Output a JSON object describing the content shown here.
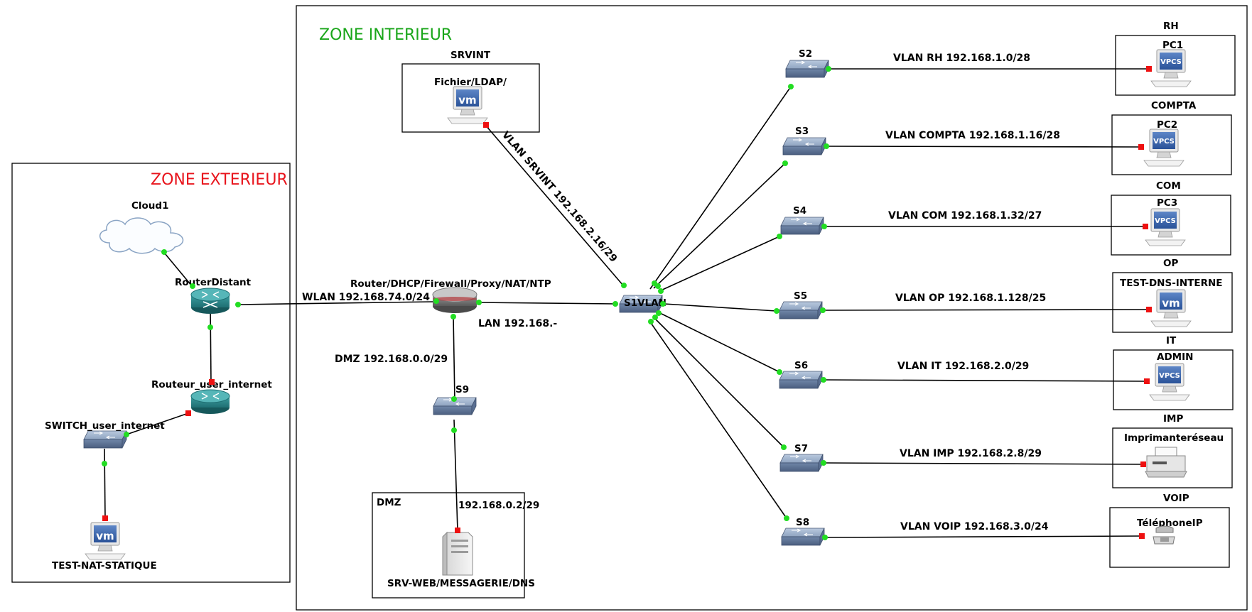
{
  "zones": {
    "exterior": {
      "title": "ZONE EXTERIEUR",
      "color": "#e8141c"
    },
    "interior": {
      "title": "ZONE INTERIEUR",
      "color": "#1aa61a"
    }
  },
  "nodes": {
    "cloud1": "Cloud1",
    "router_distant": "RouterDistant",
    "router_user_internet": "Routeur_user_internet",
    "switch_user_internet": "SWITCH_user_internet",
    "test_nat": "TEST-NAT-STATIQUE",
    "main_router": "Router/DHCP/Firewall/Proxy/NAT/NTP",
    "s1": "S1VLAN",
    "s2": "S2",
    "s3": "S3",
    "s4": "S4",
    "s5": "S5",
    "s6": "S6",
    "s7": "S7",
    "s8": "S8",
    "s9": "S9",
    "srvint_group": "SRVINT",
    "srvint_host": "Fichier/LDAP/",
    "dmz_group": "DMZ",
    "dmz_host": "SRV-WEB/MESSAGERIE/DNS",
    "rh_group": "RH",
    "rh_host": "PC1",
    "compta_group": "COMPTA",
    "compta_host": "PC2",
    "com_group": "COM",
    "com_host": "PC3",
    "op_group": "OP",
    "op_host": "TEST-DNS-INTERNE",
    "it_group": "IT",
    "it_host": "ADMIN",
    "imp_group": "IMP",
    "imp_host": "Imprimanteréseau",
    "voip_group": "VOIP",
    "voip_host": "TéléphoneIP"
  },
  "links": {
    "wlan": "WLAN 192.168.74.0/24",
    "lan": "LAN 192.168.-",
    "dmz": "DMZ 192.168.0.0/29",
    "dmz_host_ip": "192.168.0.2/29",
    "srvint": "VLAN SRVINT 192.168.2.16/29",
    "rh": "VLAN RH 192.168.1.0/28",
    "compta": "VLAN COMPTA 192.168.1.16/28",
    "com": "VLAN COM 192.168.1.32/27",
    "op": "VLAN OP 192.168.1.128/25",
    "it": "VLAN IT 192.168.2.0/29",
    "imp": "VLAN IMP 192.168.2.8/29",
    "voip": "VLAN VOIP 192.168.3.0/24"
  },
  "icons": {
    "vpcs_text": "VPCS",
    "vm_text": "vm"
  },
  "colors": {
    "port_up": "#22dd22",
    "port_down": "#ee1111"
  }
}
